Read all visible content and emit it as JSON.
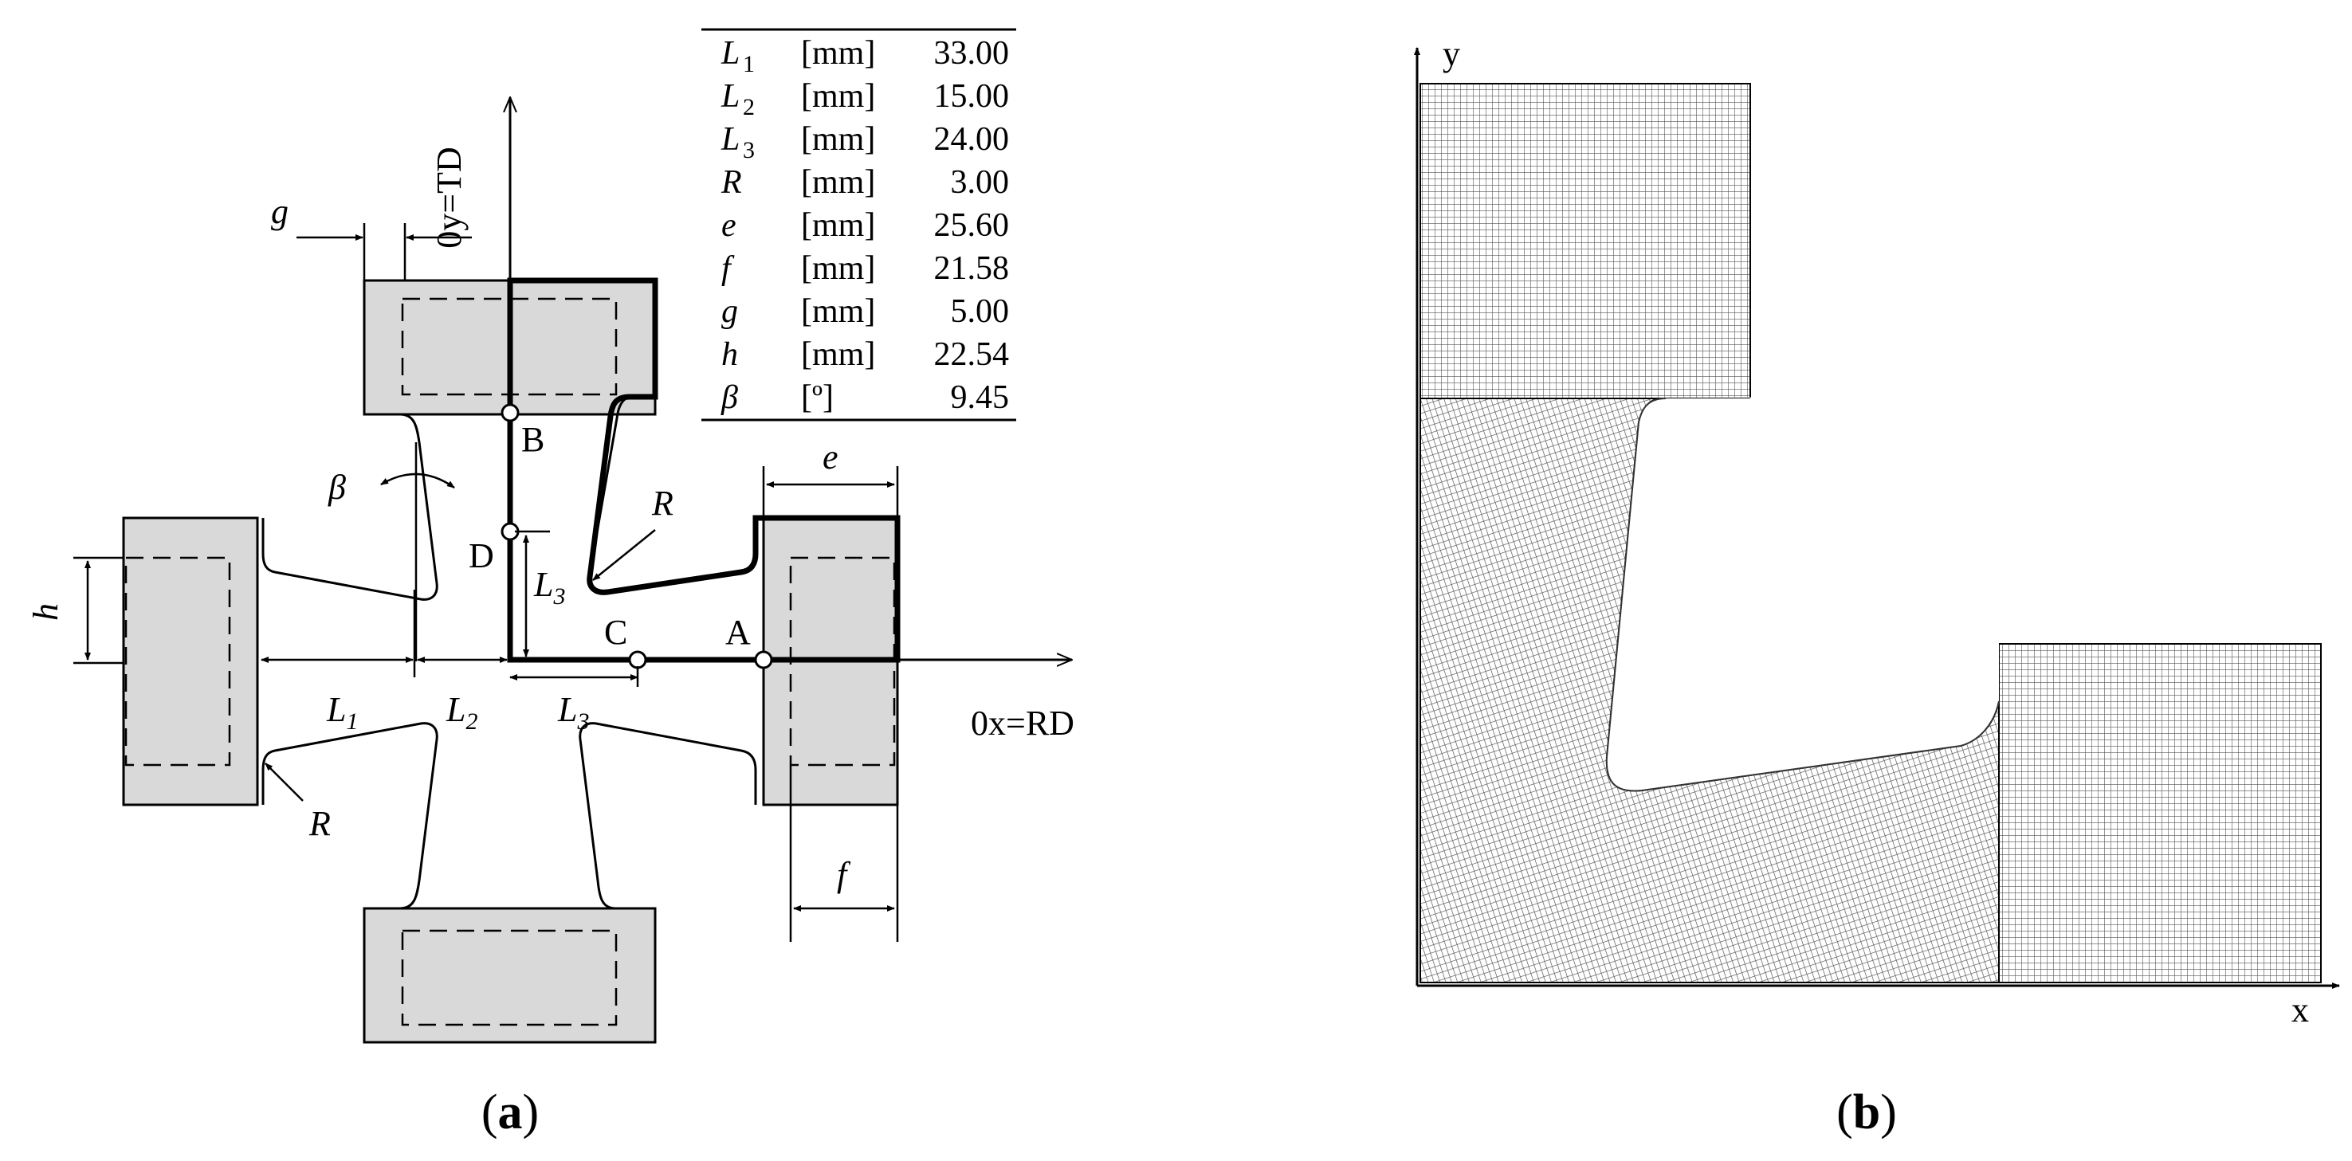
{
  "figure_a": {
    "caption_letter": "a",
    "axis_y_label": "0y=TD",
    "axis_x_label": "0x=RD",
    "points": {
      "A": "A",
      "B": "B",
      "C": "C",
      "D": "D"
    },
    "dim_labels": {
      "g": "g",
      "beta": "β",
      "h": "h",
      "e": "e",
      "f": "f",
      "R": "R",
      "L": "L",
      "sub1": "1",
      "sub2": "2",
      "sub3": "3"
    },
    "table": {
      "rows": [
        {
          "sym": "L",
          "sub": "1",
          "unit": "[mm]",
          "value": "33.00"
        },
        {
          "sym": "L",
          "sub": "2",
          "unit": "[mm]",
          "value": "15.00"
        },
        {
          "sym": "L",
          "sub": "3",
          "unit": "[mm]",
          "value": "24.00"
        },
        {
          "sym": "R",
          "sub": "",
          "unit": "[mm]",
          "value": "3.00"
        },
        {
          "sym": "e",
          "sub": "",
          "unit": "[mm]",
          "value": "25.60"
        },
        {
          "sym": "f",
          "sub": "",
          "unit": "[mm]",
          "value": "21.58"
        },
        {
          "sym": "g",
          "sub": "",
          "unit": "[mm]",
          "value": "5.00"
        },
        {
          "sym": "h",
          "sub": "",
          "unit": "[mm]",
          "value": "22.54"
        },
        {
          "sym": "β",
          "sub": "",
          "unit": "[º]",
          "value": "9.45"
        }
      ]
    }
  },
  "figure_b": {
    "caption_letter": "b",
    "axis_y_label": "y",
    "axis_x_label": "x"
  },
  "colors": {
    "grip_fill": "#d9d9d9",
    "line": "#000000",
    "mesh_line": "#5a5a5a",
    "background": "#ffffff"
  }
}
